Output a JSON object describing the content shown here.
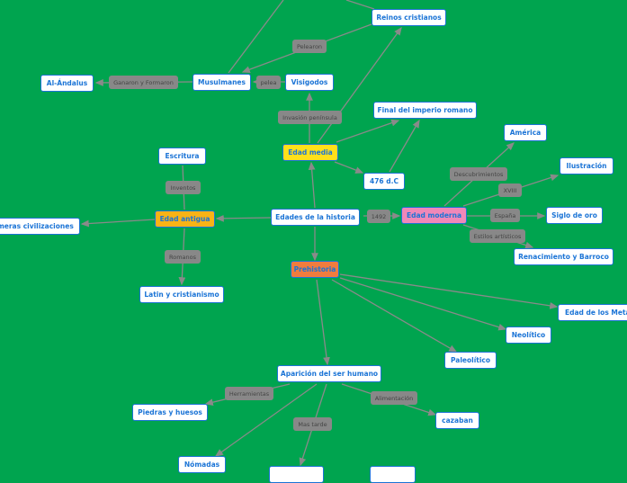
{
  "colors": {
    "background": "#00a44f",
    "node_border": "#1b74d6",
    "edad_media": "#ffe01a",
    "edad_antigua": "#f9b316",
    "edad_moderna": "#f088b8",
    "prehistoria": "#f07c3e",
    "link": "#8a8a8a"
  },
  "nodes": {
    "reinos": "Reinos cristianos",
    "musulmanes": "Musulmanes",
    "visigodos": "Visigodos",
    "alandalus": "Al-Ándalus",
    "final": "Final del imperio romano",
    "media": "Edad media",
    "d476": "476 d.C",
    "america": "América",
    "ilustracion": "Ilustración",
    "escritura": "Escritura",
    "antigua": "Edad antigua",
    "primeras": "Primeras civilizaciones",
    "edades": "Edades de la historia",
    "moderna": "Edad moderna",
    "siglo": "Siglo de oro",
    "renacimiento": "Renacimiento y Barroco",
    "prehistoria": "Prehistoria",
    "latin": "Latin y cristianismo",
    "metales": "Edad de los Metales",
    "neolitico": "Neolítico",
    "paleolitico": "Paleolítico",
    "aparicion": "Aparición del ser humano",
    "piedras": "Piedras y huesos",
    "cazaban": "cazaban",
    "nomadas": "Nómadas"
  },
  "labels": {
    "pelearon": "Pelearon",
    "ganaron": "Ganaron y Formaron",
    "pelea": "pelea",
    "invasion": "Invasión península",
    "inventos": "Inventos",
    "romanos": "Romanos",
    "y1492": "1492",
    "descubrimientos": "Descubrimientos",
    "xviii": "XVIII",
    "espana": "España",
    "estilos": "Estilos artísticos",
    "herramientas": "Herramientas",
    "alimentacion": "Alimentación",
    "mastarde": "Mas tarde"
  }
}
